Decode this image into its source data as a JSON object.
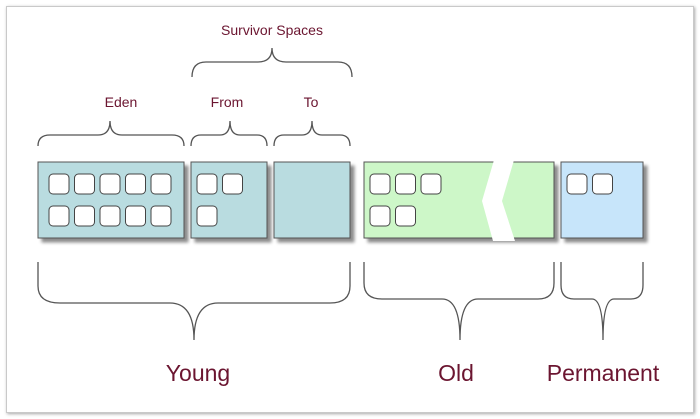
{
  "labels": {
    "survivor_spaces": "Survivor Spaces",
    "eden": "Eden",
    "from": "From",
    "to": "To",
    "young": "Young",
    "old": "Old",
    "permanent": "Permanent"
  },
  "colors": {
    "label_text": "#6b1530",
    "young_fill": "#b9dce0",
    "old_fill": "#cdf7c8",
    "permanent_fill": "#c7e5fa",
    "box_stroke": "#555555",
    "object_fill": "#ffffff",
    "brace_stroke": "#555555"
  },
  "object_counts": {
    "eden": 10,
    "from": 3,
    "to": 0,
    "old": 5,
    "permanent": 2
  }
}
